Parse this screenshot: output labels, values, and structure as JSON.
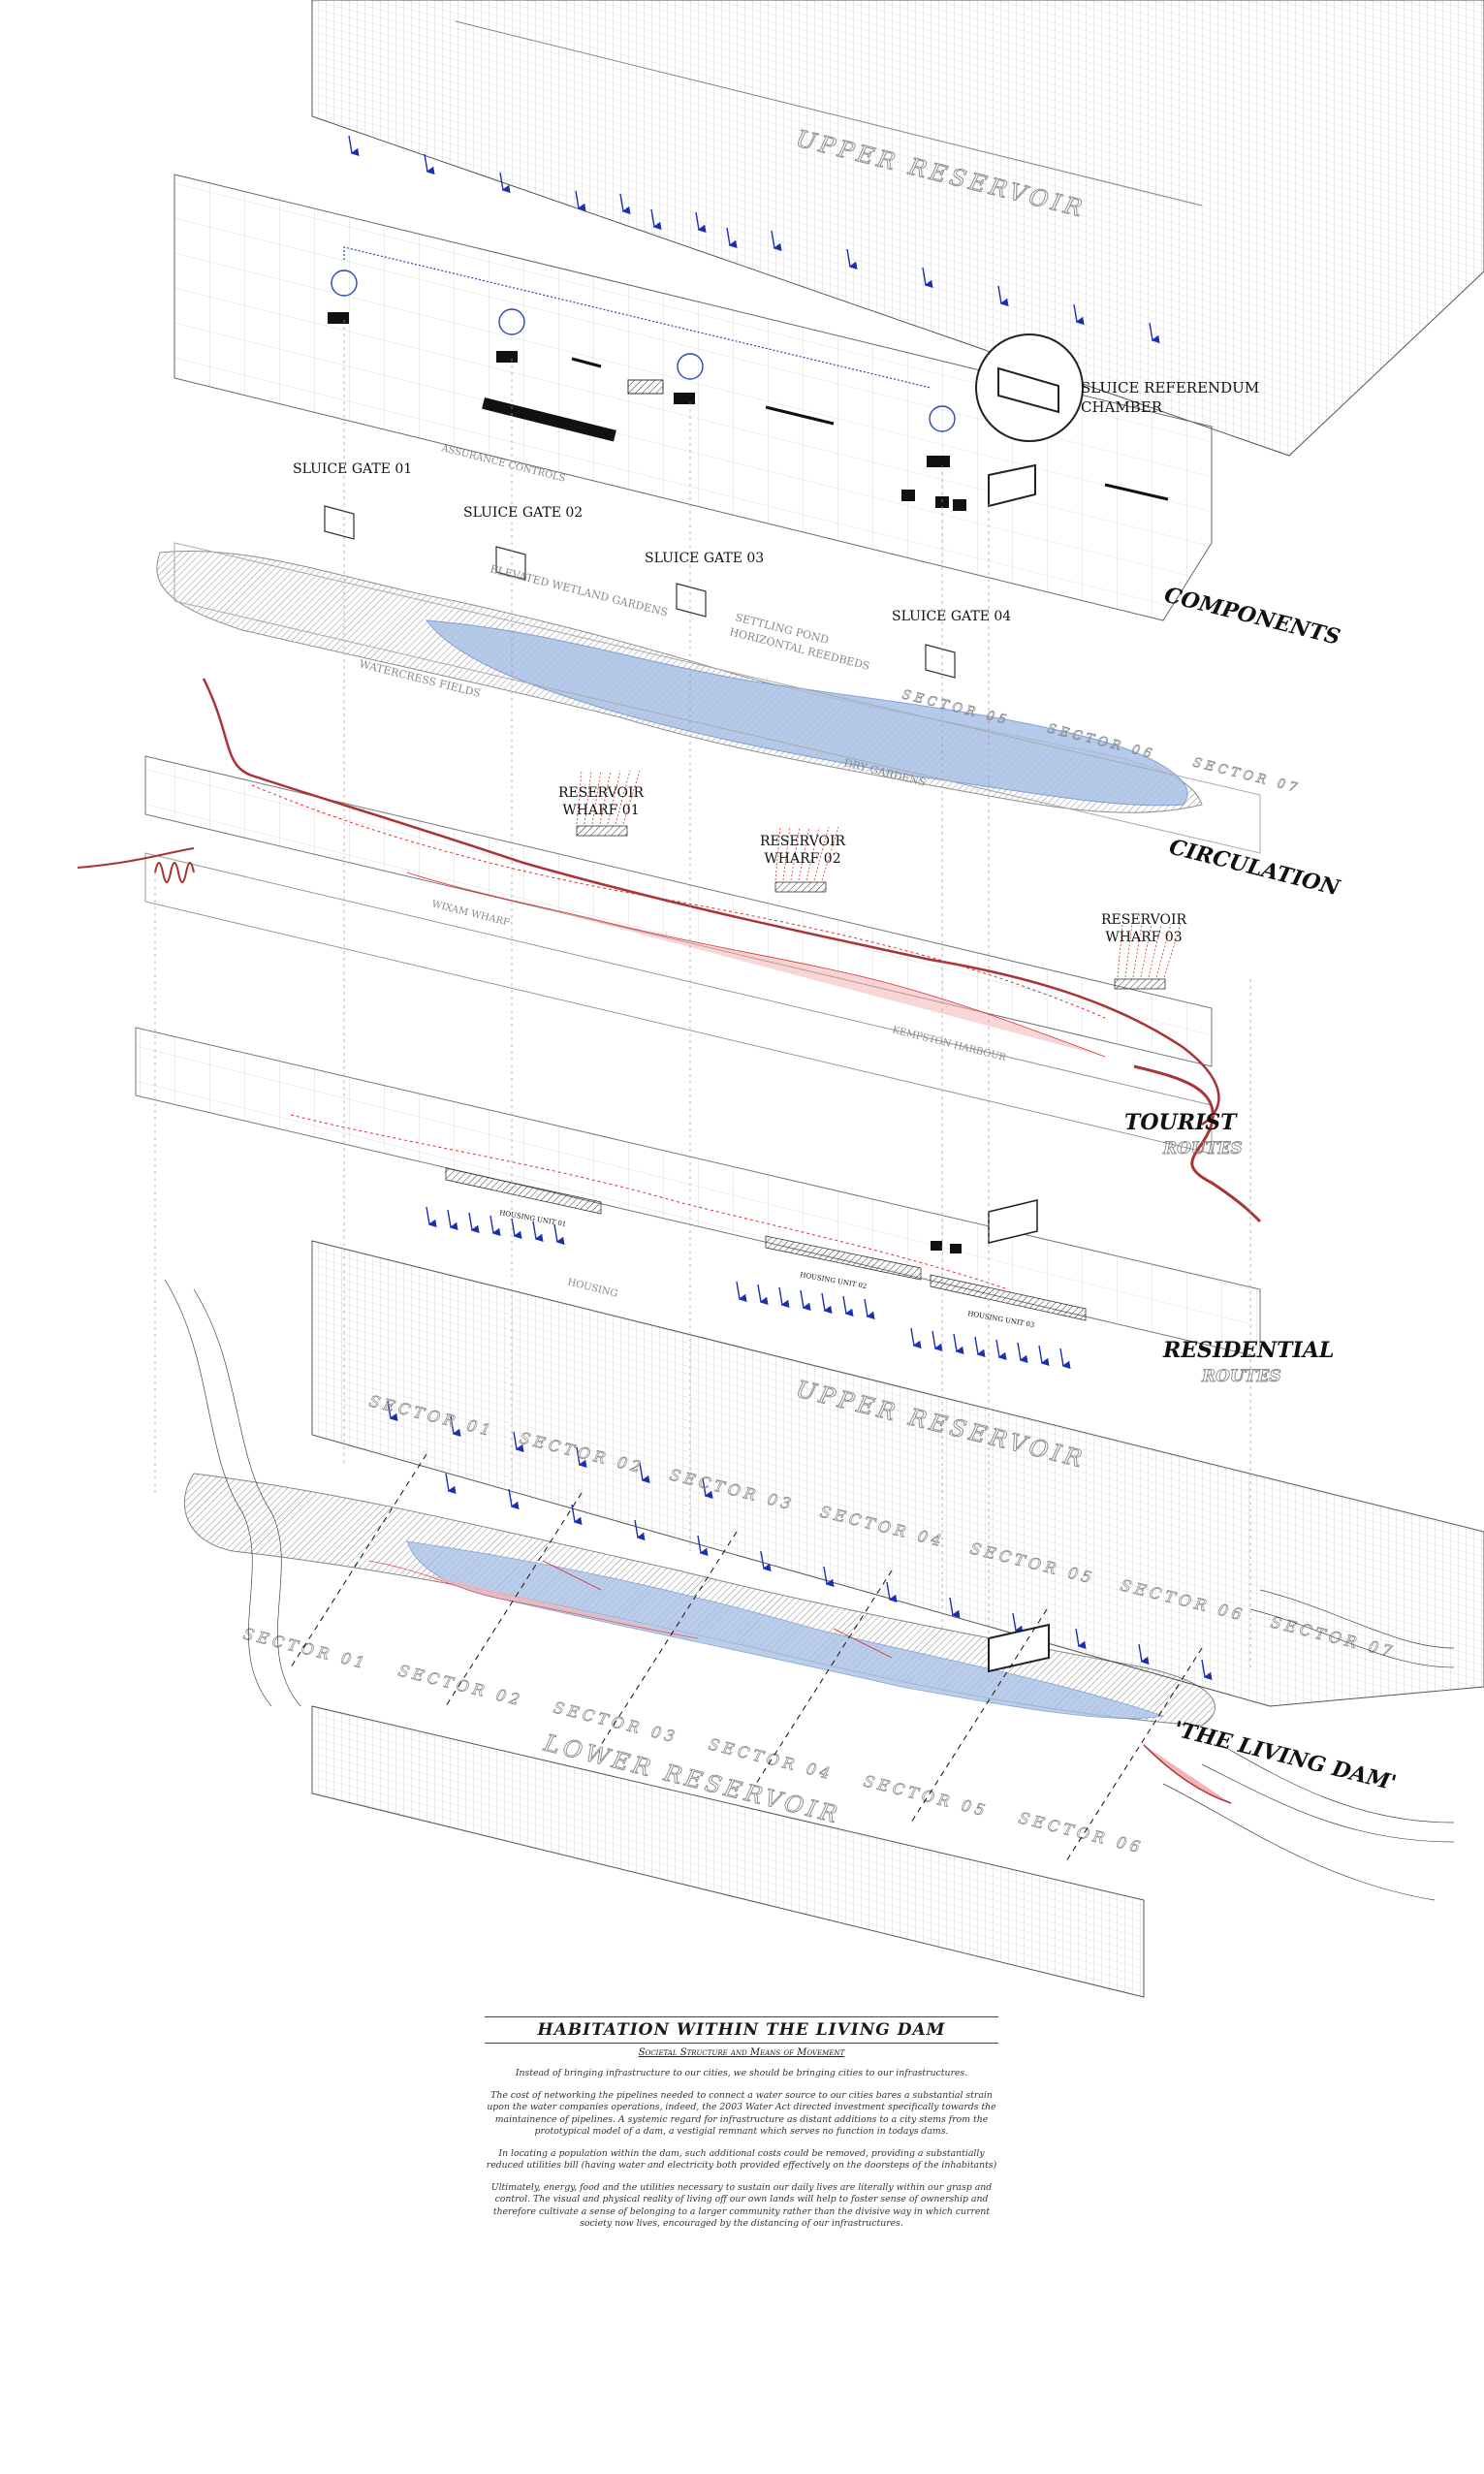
{
  "labels": {
    "upper_reservoir": "UPPER RESERVOIR",
    "sluice_referendum_chamber": [
      "SLUICE REFERENDUM",
      "CHAMBER"
    ],
    "sluice_gates": [
      "SLUICE GATE 01",
      "SLUICE GATE 02",
      "SLUICE GATE 03",
      "SLUICE GATE 04"
    ],
    "components": "COMPONENTS",
    "circulation": "CIRCULATION",
    "tourist_routes": [
      "TOURIST",
      "ROUTES"
    ],
    "residential_routes": [
      "RESIDENTIAL",
      "ROUTES"
    ],
    "living_dam": "'THE LIVING DAM'",
    "lower_reservoir": "LOWER RESERVOIR",
    "wharves": [
      [
        "RESERVOIR",
        "WHARF 01"
      ],
      [
        "RESERVOIR",
        "WHARF 02"
      ],
      [
        "RESERVOIR",
        "WHARF 03"
      ]
    ],
    "housing_units": [
      "HOUSING UNIT 01",
      "HOUSING UNIT 02",
      "HOUSING UNIT 03"
    ],
    "sectors_upper": [
      "SECTOR 01",
      "SECTOR 02",
      "SECTOR 03",
      "SECTOR 04",
      "SECTOR 05",
      "SECTOR 06",
      "SECTOR 07"
    ],
    "sectors_lower": [
      "SECTOR 01",
      "SECTOR 02",
      "SECTOR 03",
      "SECTOR 04",
      "SECTOR 05",
      "SECTOR 06"
    ],
    "component_items": [
      "ELEVATED WETLAND GARDENS",
      "SETTLING POND",
      "HORIZONTAL REEDBEDS",
      "WATERCRESS FIELDS",
      "DRY GARDENS",
      "ASSURANCE CONTROLS",
      "WIXAM WHARF",
      "KEMPSTON HARBOUR",
      "HOUSING"
    ]
  },
  "caption": {
    "title": "HABITATION WITHIN THE LIVING DAM",
    "subtitle": "Societal Structure and Means of Movement",
    "paragraphs": [
      "Instead of bringing infrastructure to our cities, we should be bringing cities to our infrastructures.",
      "The cost of networking the pipelines needed to connect a water source to our cities bares a substantial strain upon the water companies operations, indeed, the 2003 Water Act directed investment specifically towards the maintainence of pipelines. A systemic regard for infrastructure as distant additions to a city stems from the prototypical model of a dam, a vestigial remnant which serves no function in todays dams.",
      "In locating a population within the dam, such additional costs could be removed, providing a substantially reduced utilities bill (having water and electricity both provided effectively on the doorsteps of the inhabitants)",
      "Ultimately, energy, food and the utilities necessary to sustain our daily lives are literally within our grasp and control. The visual and physical reality of living off our own lands will help to foster sense of ownership and therefore cultivate a sense of belonging to a larger community rather than the divisive way in which current society now lives, encouraged by the distancing of our infrastructures."
    ]
  },
  "colors": {
    "water_blue": "#a9c1e6",
    "arrow_blue": "#1a2fb0",
    "route_red": "#e03030",
    "route_pink": "#f3b4b4",
    "ink": "#1a1a1a",
    "grid": "#c8c8c8"
  }
}
